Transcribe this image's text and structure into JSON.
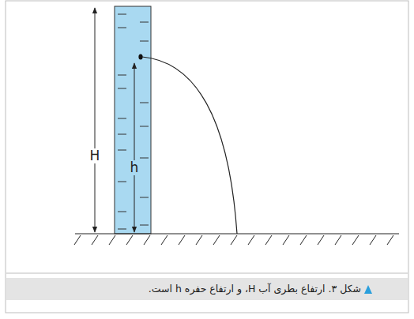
{
  "diagram": {
    "caption": "شکل ۳. ارتفاع بطری آب H، و ارتفاع حفره h است.",
    "labels": [
      "H",
      "h"
    ]
  }
}
